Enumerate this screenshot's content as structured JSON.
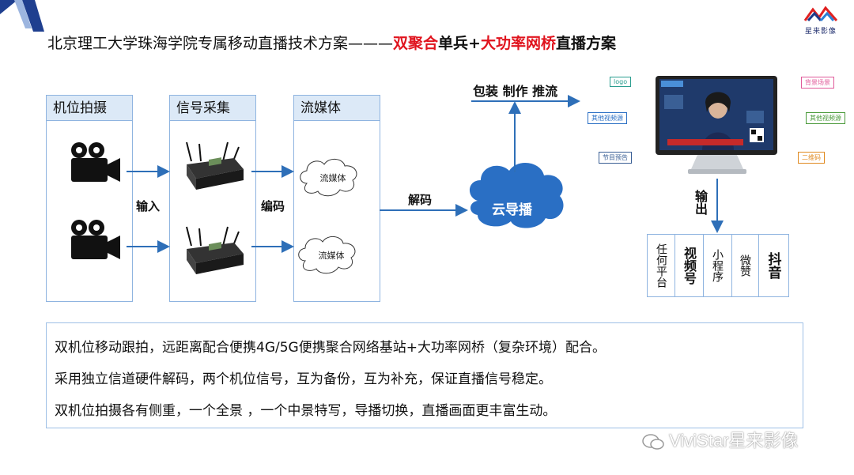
{
  "brand": {
    "logo_text": "星来影像",
    "watermark": "ViviStar星来影像"
  },
  "title": {
    "prefix": "北京理工大学珠海学院专属移动直播技术方案———",
    "red1": "双聚合",
    "black1": "单兵+",
    "red2": "大功率网桥",
    "black2": "直播方案"
  },
  "columns": {
    "camera": "机位拍摄",
    "signal": "信号采集",
    "stream": "流媒体"
  },
  "labels": {
    "input": "输入",
    "encode": "编码",
    "decode": "解码",
    "package": "包装 制作 推流",
    "output": "输出"
  },
  "clouds": {
    "stream1": "流媒体",
    "stream2": "流媒体",
    "director": "云导播"
  },
  "monitor_tags": {
    "logo": "logo",
    "bg": "背景场景",
    "other_left": "其他视频源",
    "other_right": "其他视频源",
    "preview": "节目预告",
    "qr": "二维码"
  },
  "platforms": [
    "任何平台",
    "视频号",
    "小程序",
    "微赞",
    "抖音"
  ],
  "description": [
    "双机位移动跟拍，远距离配合便携4G/5G便携聚合网络基站+大功率网桥（复杂环境）配合。",
    "采用独立信道硬件解码，两个机位信号，互为备份，互为补充，保证直播信号稳定。",
    "双机位拍摄各有侧重，一个全景 ，一个中景特写，导播切换，直播画面更丰富生动。"
  ],
  "colors": {
    "accent_red": "#e0141e",
    "box_border": "#8fb4e0",
    "header_fill": "#dce9f7",
    "arrow": "#2e6fb8",
    "cloud": "#2a6fc4"
  }
}
